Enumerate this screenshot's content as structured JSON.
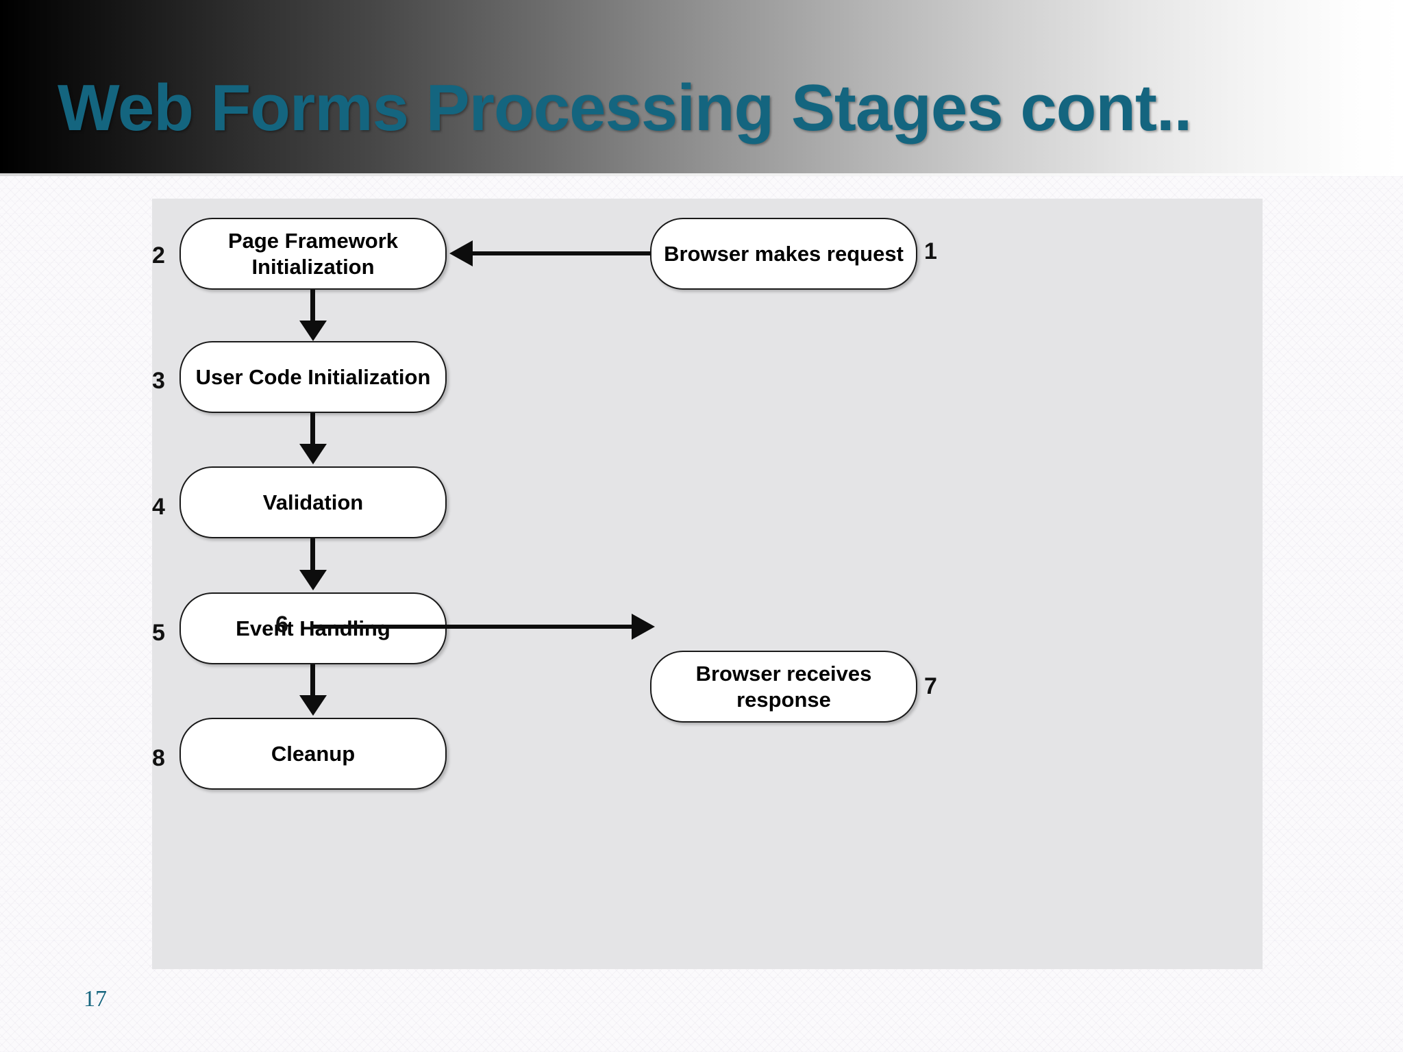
{
  "slide": {
    "title": "Web Forms Processing Stages cont..",
    "page_number": "17",
    "title_color": "#14657f",
    "page_number_color": "#15657e",
    "panel_background": "#e4e4e6"
  },
  "diagram": {
    "type": "flowchart",
    "nodes": [
      {
        "id": "page-framework-initialization",
        "step": "2",
        "label": "Page Framework Initialization",
        "column": "left",
        "row": 1
      },
      {
        "id": "browser-makes-request",
        "step": "1",
        "label": "Browser makes request",
        "column": "right",
        "row": 1
      },
      {
        "id": "user-code-initialization",
        "step": "3",
        "label": "User Code Initialization",
        "column": "left",
        "row": 2
      },
      {
        "id": "validation",
        "step": "4",
        "label": "Validation",
        "column": "left",
        "row": 3
      },
      {
        "id": "event-handling",
        "step": "5",
        "label": "Event Handling",
        "column": "left",
        "row": 4
      },
      {
        "id": "browser-receives-response",
        "step": "7",
        "label": "Browser receives response",
        "column": "right",
        "row": 5
      },
      {
        "id": "cleanup",
        "step": "8",
        "label": "Cleanup",
        "column": "left",
        "row": 5
      }
    ],
    "edges": [
      {
        "from": "browser-makes-request",
        "to": "page-framework-initialization",
        "direction": "left",
        "label": ""
      },
      {
        "from": "page-framework-initialization",
        "to": "user-code-initialization",
        "direction": "down",
        "label": ""
      },
      {
        "from": "user-code-initialization",
        "to": "validation",
        "direction": "down",
        "label": ""
      },
      {
        "from": "validation",
        "to": "event-handling",
        "direction": "down",
        "label": ""
      },
      {
        "from": "event-handling",
        "to": "cleanup",
        "direction": "down",
        "label": ""
      },
      {
        "from": "event-handling",
        "to": "browser-receives-response",
        "direction": "right",
        "label": "6"
      }
    ],
    "branch_label": "6"
  }
}
